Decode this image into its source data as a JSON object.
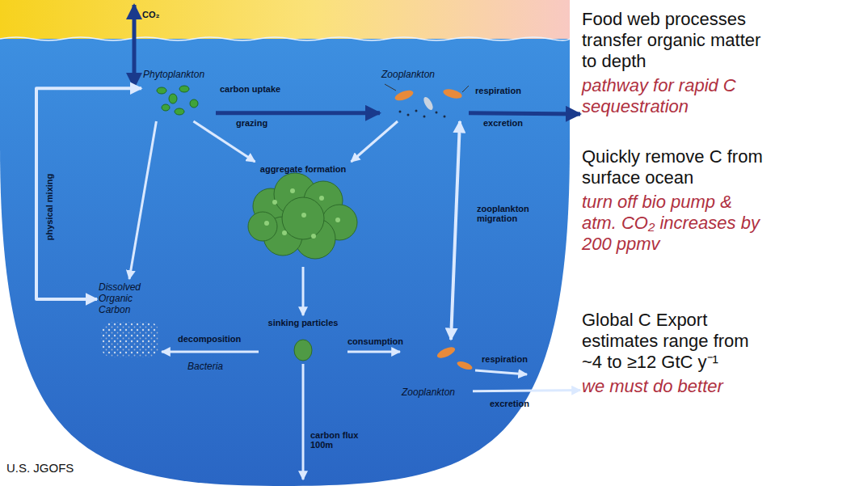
{
  "diagram": {
    "nodes": [
      {
        "text": [
          "Phytoplankton"
        ]
      },
      {
        "text": [
          "Zooplankton"
        ]
      },
      {
        "text": [
          "aggregate formation"
        ]
      },
      {
        "text": [
          "Dissolved Organic Carbon"
        ]
      },
      {
        "text": [
          "sinking particles"
        ]
      },
      {
        "text": [
          "Zooplankton"
        ]
      },
      {
        "text": [
          "Food web processes transfer organic matter to depth",
          "pathway for rapid C sequestration"
        ]
      },
      {
        "text": [
          "Quickly remove C from surface ocean",
          "turn off bio pump & atm. CO₂ increases by 200 ppmv"
        ]
      },
      {
        "text": [
          "Global C Export estimates range from ~4 to ≥12 GtC y⁻¹",
          "we must do better"
        ]
      }
    ],
    "edges": [
      {
        "from": 0,
        "to": 1,
        "label": "grazing",
        "arrow": "to"
      },
      {
        "from": 0,
        "to": 2,
        "arrow": "to"
      },
      {
        "from": 1,
        "to": 2,
        "arrow": "to"
      },
      {
        "from": 0,
        "to": 3,
        "arrow": "to"
      },
      {
        "from": 0,
        "to": 3,
        "label": "physical mixing",
        "arrow": "both"
      },
      {
        "from": 2,
        "to": 4,
        "arrow": "to"
      },
      {
        "from": 4,
        "to": 3,
        "label": "decomposition",
        "arrow": "to"
      },
      {
        "from": 4,
        "to": 5,
        "label": "consumption",
        "arrow": "to"
      },
      {
        "from": 1,
        "to": 5,
        "label": "zooplankton migration",
        "arrow": "both"
      },
      {
        "from": 1,
        "to": 6,
        "label": "excretion",
        "arrow": "to"
      },
      {
        "from": 5,
        "to": 8,
        "label": "excretion",
        "arrow": "to"
      }
    ],
    "labels": [
      "CO₂",
      "carbon uptake",
      "respiration",
      "Bacteria",
      "respiration",
      "carbon flux 100m",
      "U.S. JGOFS"
    ]
  }
}
